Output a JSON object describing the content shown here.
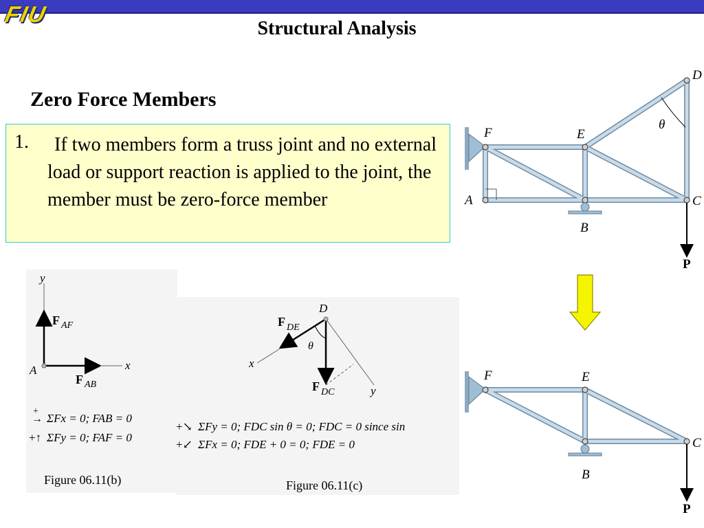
{
  "header": {
    "logo_text": "FIU"
  },
  "title": "Structural Analysis",
  "subtitle": "Zero Force Members",
  "rule": {
    "number": "1.",
    "text": "If two members form a truss joint and no external load or support reaction is applied to the joint, the member must be zero-force member"
  },
  "truss_top": {
    "labels": {
      "D": "D",
      "F": "F",
      "E": "E",
      "A": "A",
      "B": "B",
      "C": "C",
      "theta": "θ",
      "P": "P"
    }
  },
  "truss_bottom": {
    "labels": {
      "F": "F",
      "E": "E",
      "B": "B",
      "C": "C",
      "P": "P"
    }
  },
  "figure_b": {
    "caption": "Figure 06.11(b)",
    "labels": {
      "y": "y",
      "x": "x",
      "A": "A",
      "F_AF": "F",
      "F_AF_sub": "AF",
      "F_AB": "F",
      "F_AB_sub": "AB"
    },
    "eq1_prefix": "+",
    "eq1": "ΣFx = 0;  FAB = 0",
    "eq2_prefix": "+↑",
    "eq2": "ΣFy = 0;  FAF = 0"
  },
  "figure_c": {
    "caption": "Figure 06.11(c)",
    "labels": {
      "D": "D",
      "x": "x",
      "y": "y",
      "theta": "θ",
      "F_DE": "F",
      "F_DE_sub": "DE",
      "F_DC": "F",
      "F_DC_sub": "DC"
    },
    "eq1_prefix": "+↘",
    "eq1": "ΣFy = 0; FDC sin θ = 0;  FDC  = 0 since sin",
    "eq2_prefix": "+↙",
    "eq2": "ΣFx = 0; FDE + 0 = 0; FDE  = 0"
  },
  "colors": {
    "topbar": "#3b3bbf",
    "logo": "#f2d000",
    "rule_box_bg": "#ffffcc",
    "rule_box_border": "#33cccc",
    "member": "#c9dbe8",
    "member_stroke": "#6d8aa3",
    "arrow_down": "#f5f500"
  },
  "icons": {
    "transition_arrow": "down-arrow-icon"
  }
}
